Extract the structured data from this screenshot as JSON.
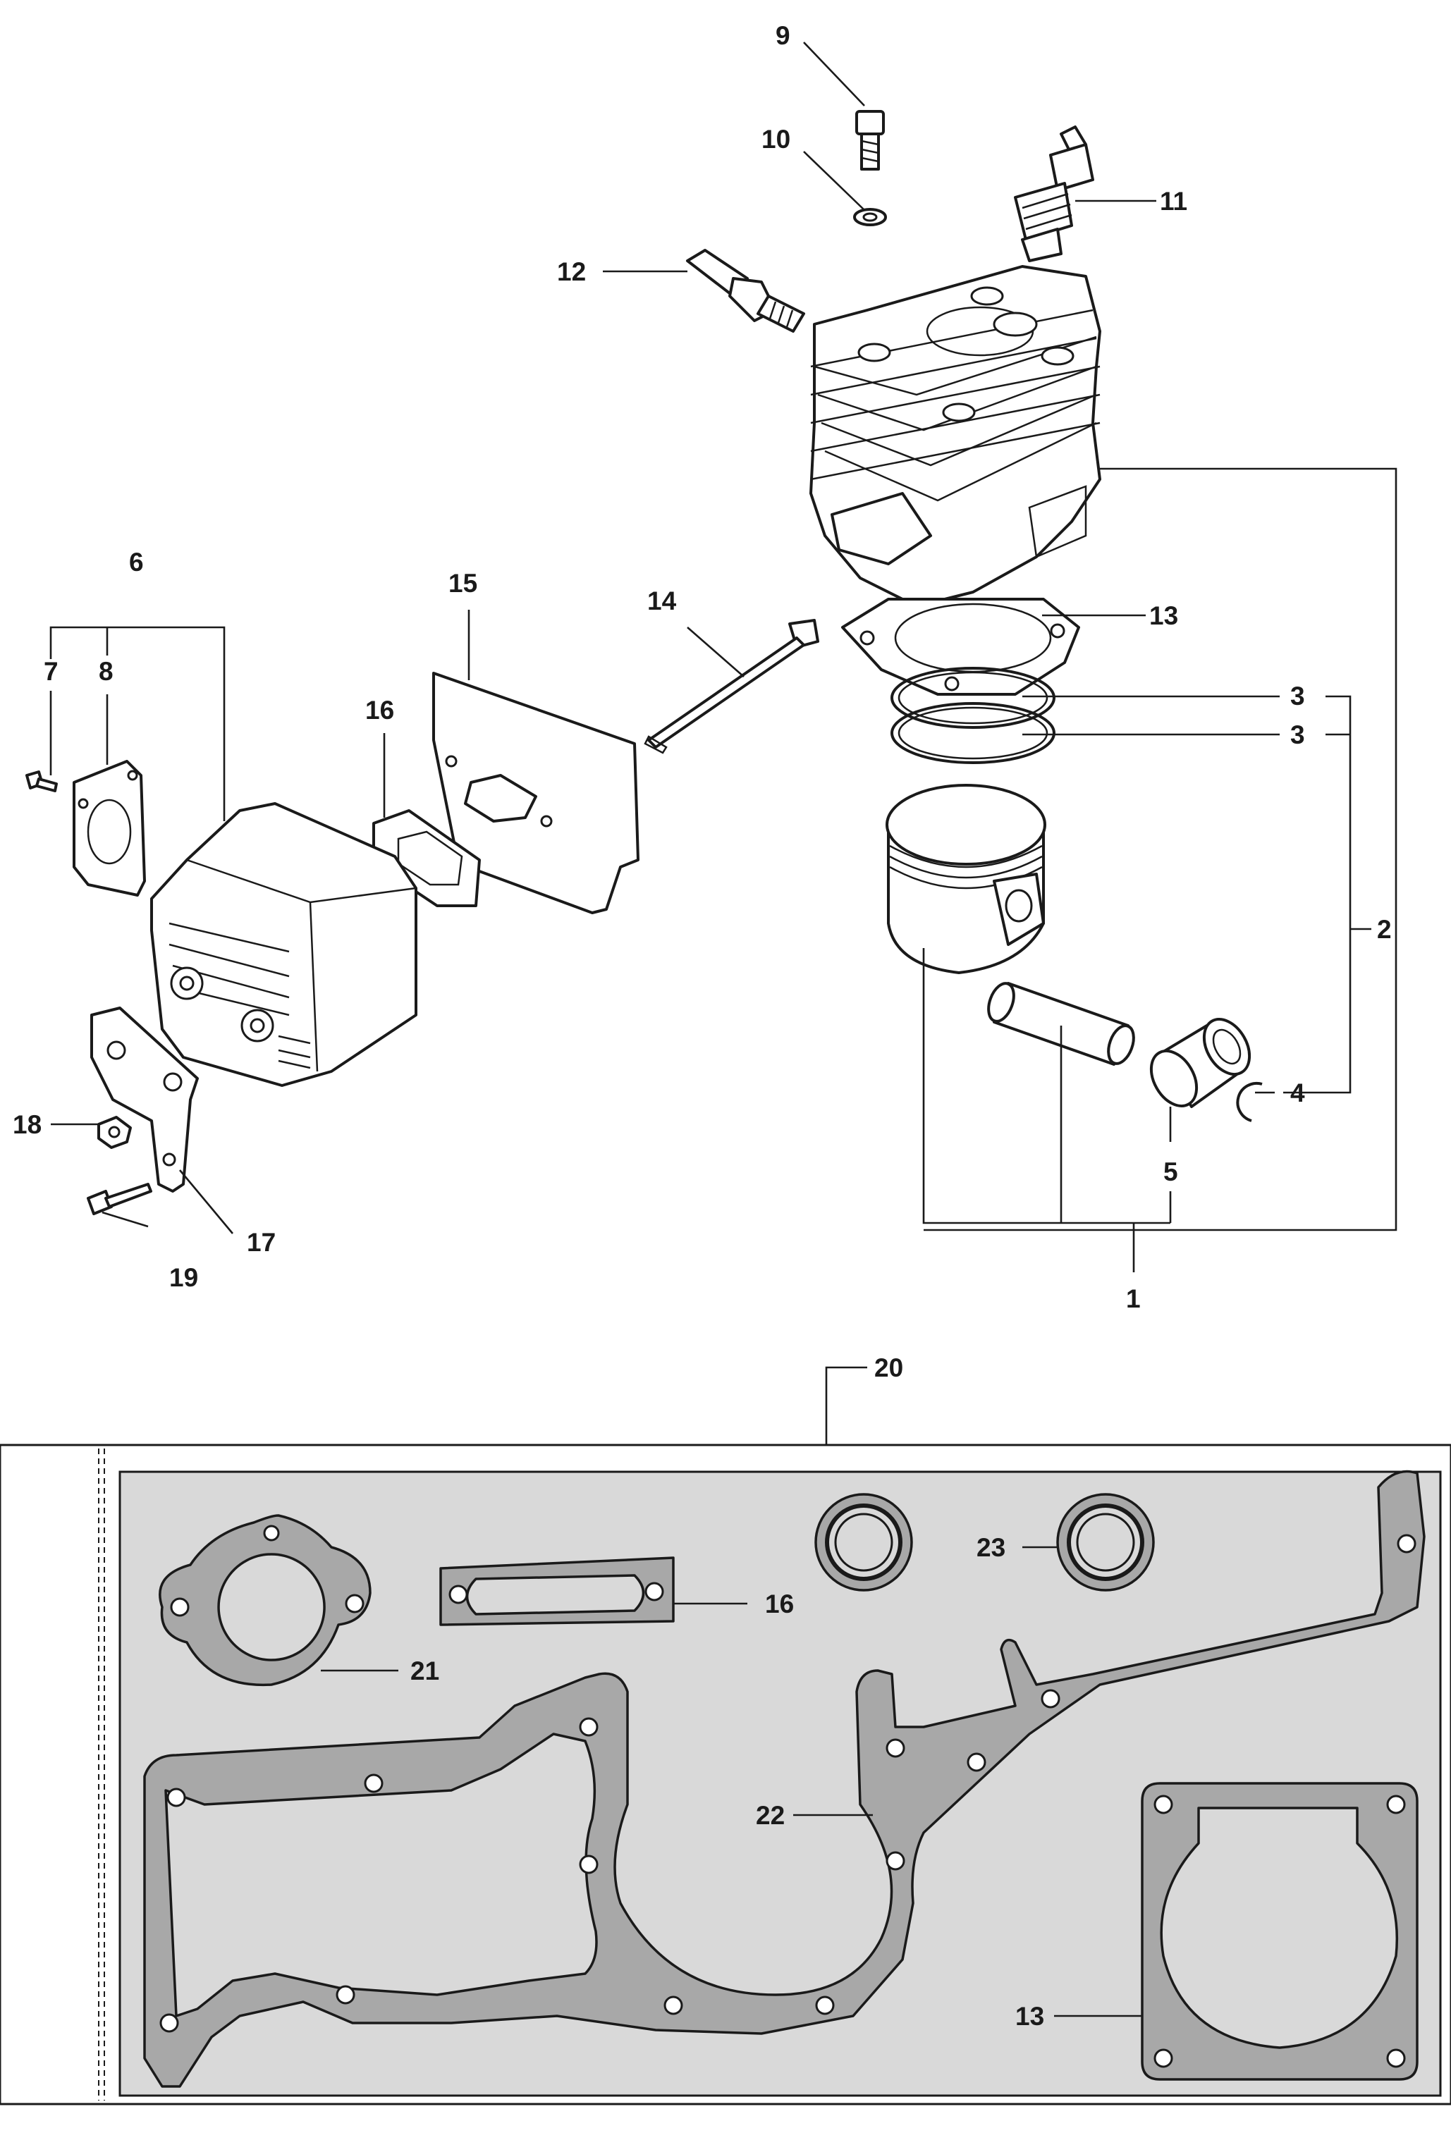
{
  "colors": {
    "kit_panel": "#d9d9d9",
    "gasket_fill": "#a8a8a8",
    "ink": "#1a1a1a"
  },
  "callouts": {
    "c1": "1",
    "c2": "2",
    "c3a": "3",
    "c3b": "3",
    "c4": "4",
    "c5": "5",
    "c6": "6",
    "c7": "7",
    "c8": "8",
    "c9": "9",
    "c10": "10",
    "c11": "11",
    "c12": "12",
    "c13": "13",
    "c14": "14",
    "c15": "15",
    "c16": "16",
    "c17": "17",
    "c18": "18",
    "c19": "19",
    "c20": "20",
    "c21": "21",
    "c22": "22",
    "c23": "23",
    "c16k": "16",
    "c13k": "13"
  },
  "parts": [
    {
      "ref": "1",
      "name": "piston-assembly"
    },
    {
      "ref": "2",
      "name": "cylinder-kit"
    },
    {
      "ref": "3",
      "name": "piston-ring"
    },
    {
      "ref": "4",
      "name": "circlip"
    },
    {
      "ref": "5",
      "name": "needle-bearing"
    },
    {
      "ref": "6",
      "name": "muffler-assembly"
    },
    {
      "ref": "7",
      "name": "screw"
    },
    {
      "ref": "8",
      "name": "spark-arrestor-cover"
    },
    {
      "ref": "9",
      "name": "cylinder-screw"
    },
    {
      "ref": "10",
      "name": "washer"
    },
    {
      "ref": "11",
      "name": "spark-plug"
    },
    {
      "ref": "12",
      "name": "decompression-valve"
    },
    {
      "ref": "13",
      "name": "cylinder-base-gasket"
    },
    {
      "ref": "14",
      "name": "muffler-bolt"
    },
    {
      "ref": "15",
      "name": "heat-shield"
    },
    {
      "ref": "16",
      "name": "muffler-gasket"
    },
    {
      "ref": "17",
      "name": "muffler-bracket"
    },
    {
      "ref": "18",
      "name": "nut"
    },
    {
      "ref": "19",
      "name": "bracket-screw"
    },
    {
      "ref": "20",
      "name": "gasket-kit"
    },
    {
      "ref": "21",
      "name": "intake-gasket"
    },
    {
      "ref": "22",
      "name": "crankcase-gasket"
    },
    {
      "ref": "23",
      "name": "crankshaft-seal"
    }
  ]
}
